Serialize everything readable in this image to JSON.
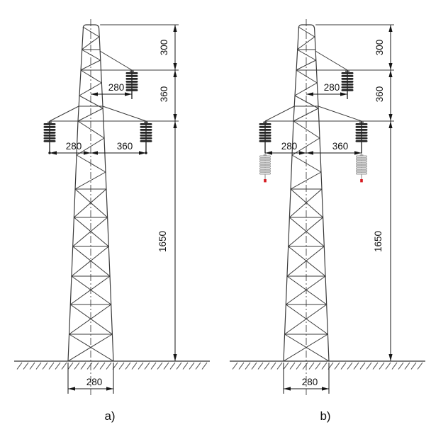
{
  "figure": {
    "background": "#ffffff",
    "colors": {
      "structure_line": "#3a3a3a",
      "dimension_line": "#141414",
      "insulator": "#262626",
      "arrester_outline": "#9a9a9a",
      "arrester_tip": "#d6191f",
      "ground_line": "#333333"
    },
    "elements": {
      "tower_type": "lattice-transmission-tower",
      "insulator_icon": "suspension-insulator",
      "surge_arrester_icon": "surge-arrester-with-red-tip",
      "ground_icon": "ground-hatching"
    },
    "towers": [
      {
        "id": "a",
        "label": "a)",
        "has_surge_arresters": false,
        "dimensions": {
          "top_height": "300",
          "mid_height": "360",
          "body_height": "1650",
          "top_offset": "280",
          "left_offset": "280",
          "right_offset": "360",
          "base_width": "280"
        }
      },
      {
        "id": "b",
        "label": "b)",
        "has_surge_arresters": true,
        "dimensions": {
          "top_height": "300",
          "mid_height": "360",
          "body_height": "1650",
          "top_offset": "280",
          "left_offset": "280",
          "right_offset": "360",
          "base_width": "280"
        }
      }
    ]
  }
}
